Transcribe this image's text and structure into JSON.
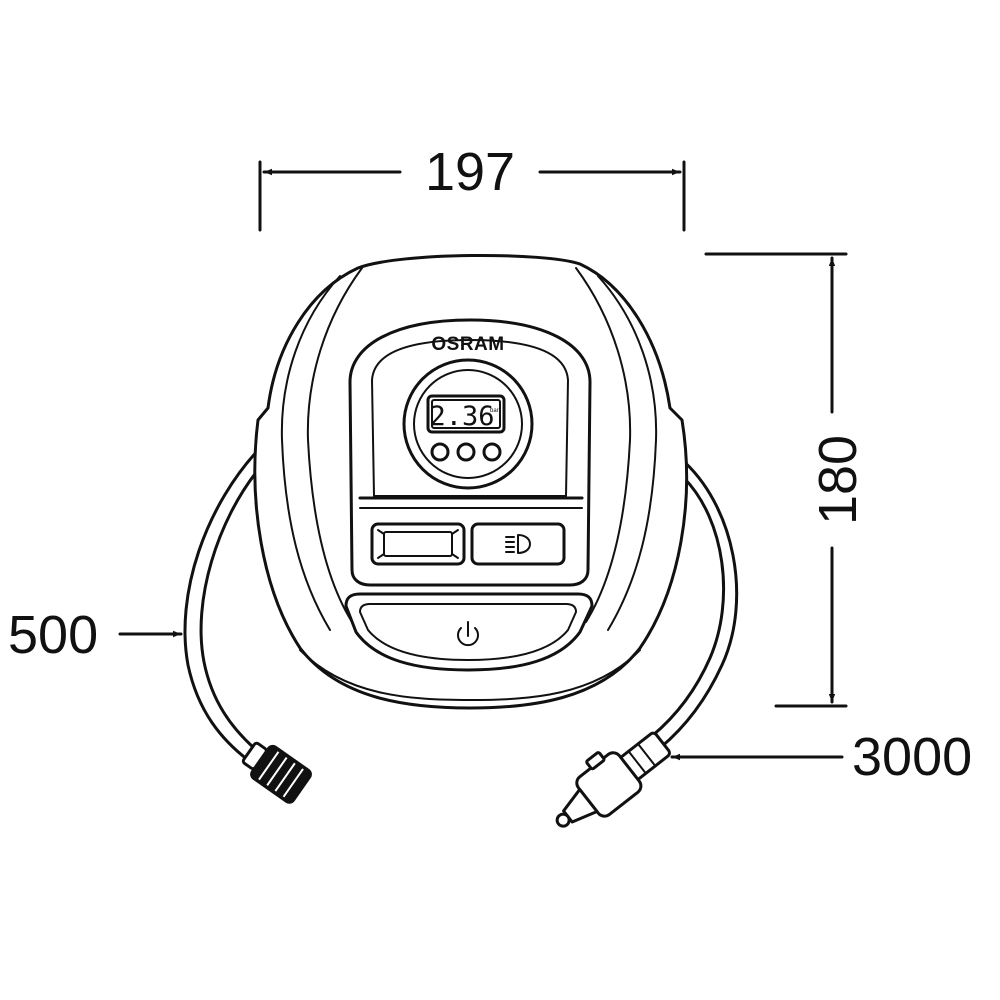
{
  "dimensions": {
    "width": "197",
    "height": "180",
    "hose_length": "500",
    "cable_length": "3000"
  },
  "device": {
    "brand": "OSRAM",
    "display_reading": "2.36",
    "display_unit": "bar"
  },
  "icons": [
    "power-icon",
    "headlight-icon",
    "arrow-icon"
  ],
  "colors": {
    "line": "#111111",
    "background": "#ffffff"
  }
}
